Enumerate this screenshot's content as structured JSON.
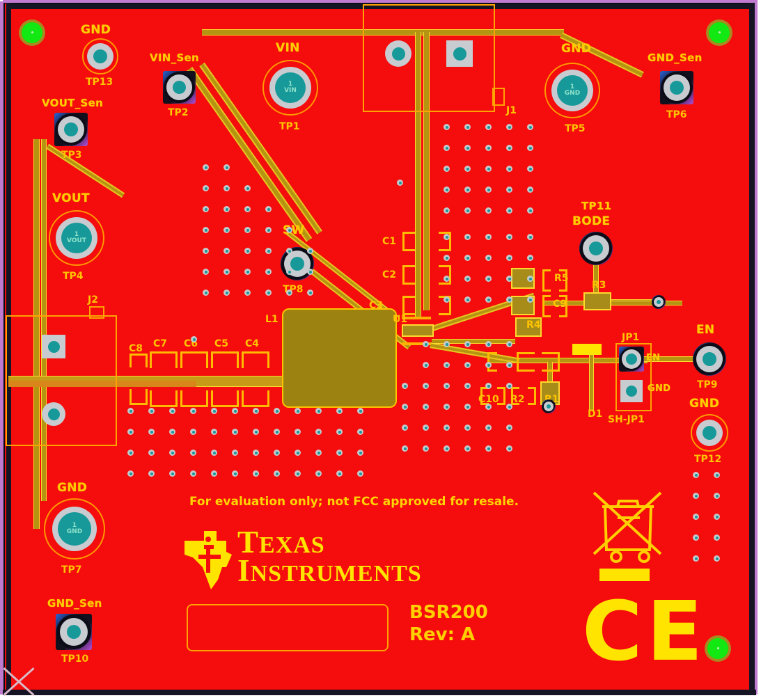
{
  "board": {
    "name": "BSR200",
    "revision": "Rev: A",
    "fcc_note": "For evaluation only; not FCC approved for resale.",
    "manufacturer_line1": "EXAS",
    "manufacturer_line2": "NSTRUMENTS",
    "manufacturer_cap1": "T",
    "manufacturer_cap2": "I",
    "ce_mark": "CE",
    "colors": {
      "soldermask": "#f50c0c",
      "silkscreen": "#ffcc00",
      "copper": "#b59412",
      "pad": "#c8ccd0",
      "hole": "#17999a",
      "mounting_hole": "#12e912",
      "board_edge": "#c07ad0"
    }
  },
  "test_points": [
    {
      "id": "TP13",
      "net": "GND",
      "inner": ""
    },
    {
      "id": "TP2",
      "net": "VIN_Sen",
      "inner": ""
    },
    {
      "id": "TP1",
      "net": "VIN",
      "inner": "1\nVIN"
    },
    {
      "id": "TP5",
      "net": "GND",
      "inner": "1\nGND"
    },
    {
      "id": "TP6",
      "net": "GND_Sen",
      "inner": ""
    },
    {
      "id": "TP3",
      "net": "VOUT_Sen",
      "inner": ""
    },
    {
      "id": "TP4",
      "net": "VOUT",
      "inner": "1\nVOUT"
    },
    {
      "id": "TP8",
      "net": "SW",
      "inner": ""
    },
    {
      "id": "TP11",
      "net": "BODE",
      "inner": ""
    },
    {
      "id": "TP9",
      "net": "EN",
      "inner": ""
    },
    {
      "id": "TP12",
      "net": "GND",
      "inner": ""
    },
    {
      "id": "TP7",
      "net": "GND",
      "inner": "1\nGND"
    },
    {
      "id": "TP10",
      "net": "GND_Sen",
      "inner": ""
    }
  ],
  "labels": {
    "tp13": "TP13",
    "tp13_net": "GND",
    "tp2": "TP2",
    "tp2_net": "VIN_Sen",
    "tp1": "TP1",
    "tp1_net": "VIN",
    "tp1_in1": "1",
    "tp1_in2": "VIN",
    "tp5": "TP5",
    "tp5_net": "GND",
    "tp5_in1": "1",
    "tp5_in2": "GND",
    "tp6": "TP6",
    "tp6_net": "GND_Sen",
    "tp3": "TP3",
    "tp3_net": "VOUT_Sen",
    "tp4": "TP4",
    "tp4_net": "VOUT",
    "tp4_in1": "1",
    "tp4_in2": "VOUT",
    "tp8": "TP8",
    "tp8_net": "SW",
    "tp11": "TP11",
    "tp11_net": "BODE",
    "tp9": "TP9",
    "tp9_net": "EN",
    "tp12": "TP12",
    "tp12_net": "GND",
    "tp7": "TP7",
    "tp7_net": "GND",
    "tp7_in1": "1",
    "tp7_in2": "GND",
    "tp10": "TP10",
    "tp10_net": "GND_Sen"
  },
  "components": [
    {
      "ref": "J1",
      "type": "connector"
    },
    {
      "ref": "J2",
      "type": "connector"
    },
    {
      "ref": "U1",
      "type": "ic"
    },
    {
      "ref": "L1",
      "type": "inductor"
    },
    {
      "ref": "C1",
      "type": "capacitor"
    },
    {
      "ref": "C2",
      "type": "capacitor"
    },
    {
      "ref": "C3",
      "type": "capacitor"
    },
    {
      "ref": "C4",
      "type": "capacitor"
    },
    {
      "ref": "C5",
      "type": "capacitor"
    },
    {
      "ref": "C6",
      "type": "capacitor"
    },
    {
      "ref": "C7",
      "type": "capacitor"
    },
    {
      "ref": "C8",
      "type": "capacitor"
    },
    {
      "ref": "C9",
      "type": "capacitor"
    },
    {
      "ref": "C10",
      "type": "capacitor"
    },
    {
      "ref": "R1",
      "type": "resistor"
    },
    {
      "ref": "R2",
      "type": "resistor"
    },
    {
      "ref": "R3",
      "type": "resistor"
    },
    {
      "ref": "R4",
      "type": "resistor"
    },
    {
      "ref": "R5",
      "type": "resistor"
    },
    {
      "ref": "D1",
      "type": "diode"
    },
    {
      "ref": "JP1",
      "type": "jumper"
    }
  ],
  "refdes": {
    "j1": "J1",
    "j2": "J2",
    "u1": "U1",
    "l1": "L1",
    "c1": "C1",
    "c2": "C2",
    "c3": "C3",
    "c4": "C4",
    "c5": "C5",
    "c6": "C6",
    "c7": "C7",
    "c8": "C8",
    "c9": "C9",
    "c10": "C10",
    "r1": "R1",
    "r2": "R2",
    "r3": "R3",
    "r4": "R4",
    "r5": "R5",
    "d1": "D1",
    "jp1": "JP1",
    "sh_jp1": "SH-JP1",
    "jp1_pin_en": "EN",
    "jp1_pin_gnd": "GND"
  },
  "markings": {
    "weee": "crossed-out-wheelie-bin",
    "ce": "CE",
    "fiducial": "fiducial-cross"
  }
}
